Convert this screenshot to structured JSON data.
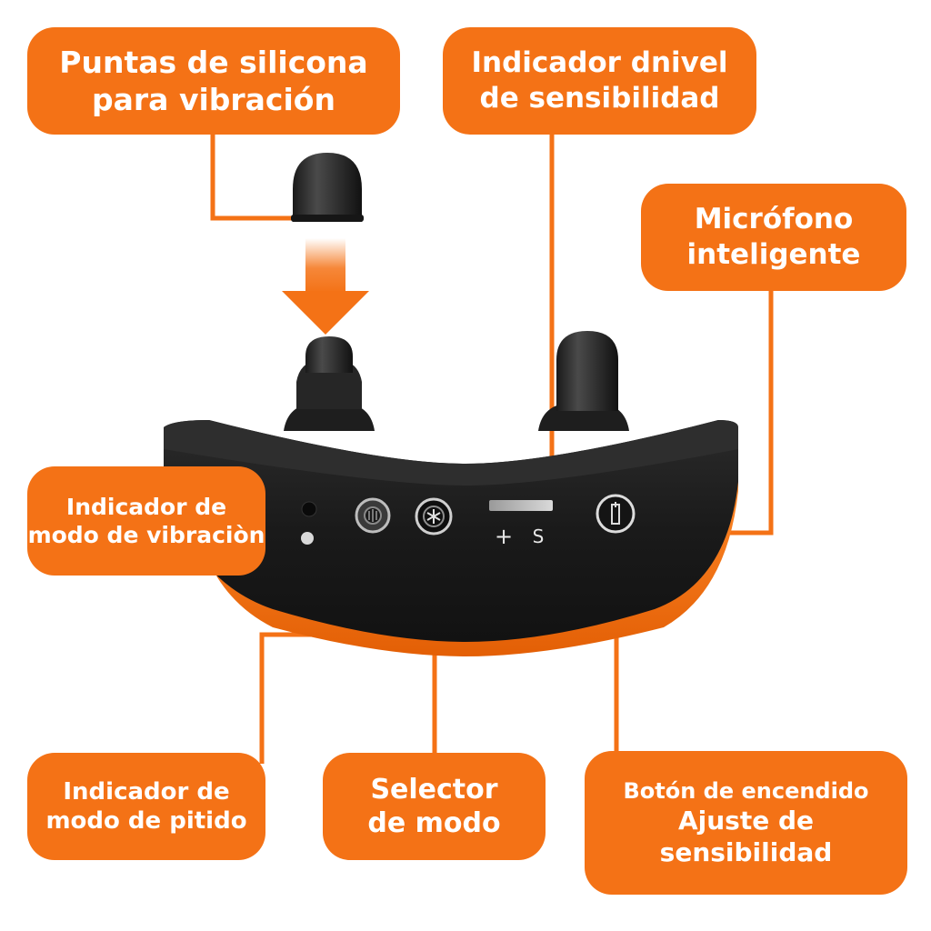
{
  "colors": {
    "accent": "#f47216",
    "device_body": "#1c1c1c",
    "label_text": "#ffffff"
  },
  "callouts": {
    "silicone_tips": {
      "line1": "Puntas de silicona",
      "line2": "para vibración"
    },
    "sensitivity_indicator": {
      "line1": "Indicador dnivel",
      "line2": "de sensibilidad"
    },
    "smart_microphone": {
      "line1": "Micrófono",
      "line2": "inteligente"
    },
    "vibration_mode_indicator": {
      "line1": "Indicador de",
      "line2": "modo de vibraciòn"
    },
    "beep_mode_indicator": {
      "line1": "Indicador de",
      "line2": "modo de pitido"
    },
    "mode_selector": {
      "line1": "Selector",
      "line2": "de modo"
    },
    "power_button": {
      "line1": "Botón de encendido",
      "line2": "Ajuste de",
      "line3": "sensibilidad"
    }
  },
  "device": {
    "panel_label_plus": "+",
    "panel_label_s": "S"
  },
  "icons": {
    "arrow": "down-arrow-icon",
    "selector": "asterisk-dial-icon",
    "power": "power-icon"
  }
}
